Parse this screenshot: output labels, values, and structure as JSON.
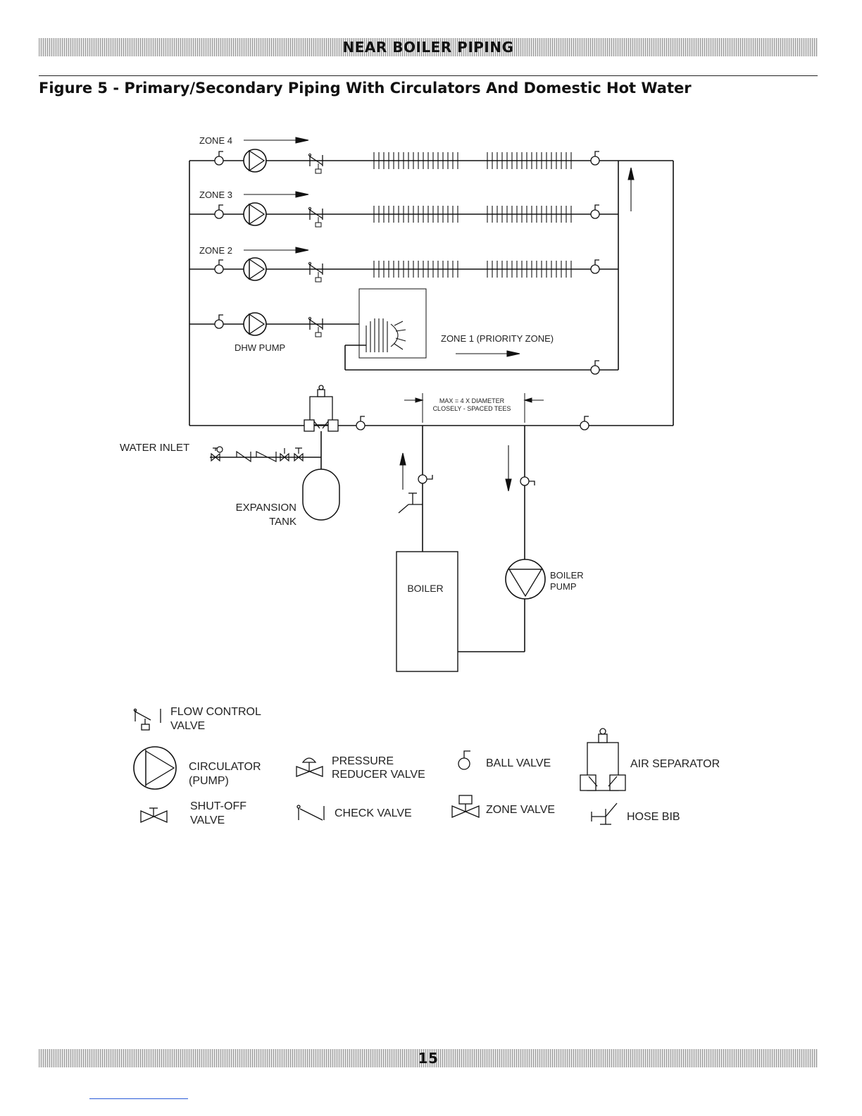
{
  "header": {
    "section_title": "NEAR BOILER PIPING"
  },
  "figure": {
    "title": "Figure 5 - Primary/Secondary Piping With Circulators And Domestic Hot Water"
  },
  "diagram": {
    "zone_labels": [
      "ZONE 4",
      "ZONE 3",
      "ZONE 2"
    ],
    "dhw_pump_label": "DHW PUMP",
    "zone1_label": "ZONE 1 (PRIORITY ZONE)",
    "tees_note_line1": "MAX = 4 X DIAMETER",
    "tees_note_line2": "CLOSELY - SPACED TEES",
    "water_inlet_label": "WATER INLET",
    "expansion_tank_line1": "EXPANSION",
    "expansion_tank_line2": "TANK",
    "boiler_label": "BOILER",
    "boiler_pump_line1": "BOILER",
    "boiler_pump_line2": "PUMP"
  },
  "legend": {
    "flow_control_line1": "FLOW CONTROL",
    "flow_control_line2": "VALVE",
    "circulator_line1": "CIRCULATOR",
    "circulator_line2": "(PUMP)",
    "pressure_reducer_line1": "PRESSURE",
    "pressure_reducer_line2": "REDUCER VALVE",
    "ball_valve": "BALL VALVE",
    "air_separator": "AIR SEPARATOR",
    "shutoff_line1": "SHUT-OFF",
    "shutoff_line2": "VALVE",
    "check_valve": "CHECK VALVE",
    "zone_valve": "ZONE VALVE",
    "hose_bib": "HOSE BIB"
  },
  "footer": {
    "page_number": "15"
  }
}
